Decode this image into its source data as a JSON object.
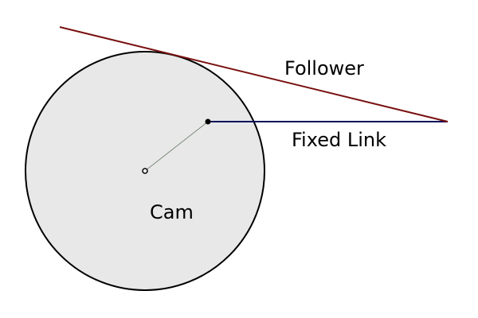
{
  "labels": {
    "follower": "Follower",
    "fixed_link": "Fixed Link",
    "cam": "Cam"
  },
  "colors": {
    "background": "#ffffff",
    "cam_fill": "#e8e8e8",
    "cam_stroke": "#000000",
    "follower": "#7a1010",
    "fixed_link": "#0a0a5a",
    "radius_line": "#7a8a7a",
    "text": "#000000"
  }
}
